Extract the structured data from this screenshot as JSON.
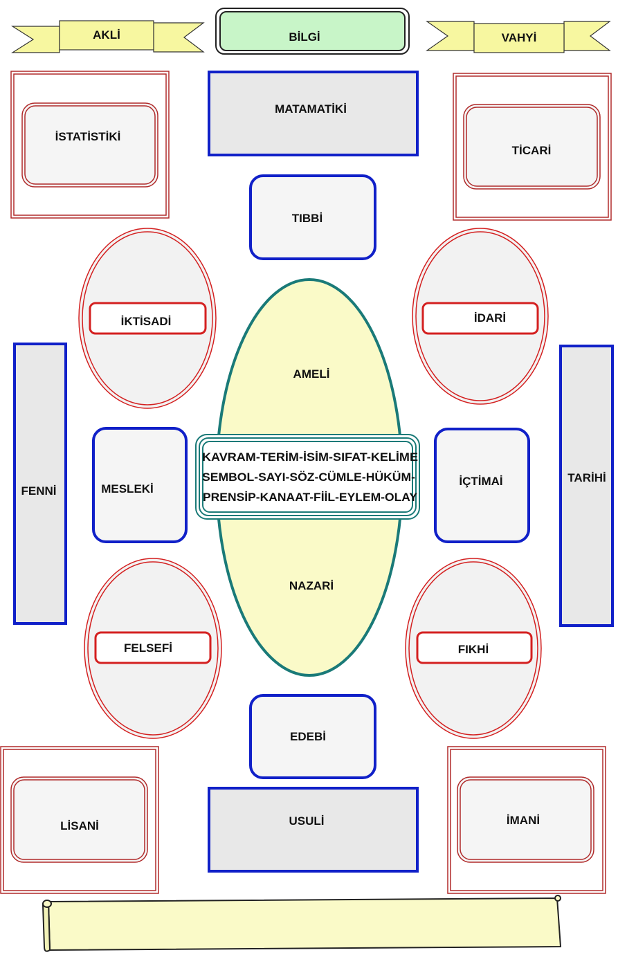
{
  "header": {
    "left_banner": "AKLİ",
    "center_title": "BİLGİ",
    "right_banner": "VAHYİ"
  },
  "nodes": {
    "istatistiki": "İSTATİSTİKİ",
    "matamatiki": "MATAMATİKİ",
    "ticari": "TİCARİ",
    "tibbi": "TIBBİ",
    "iktisadi": "İKTİSADİ",
    "idari": "İDARİ",
    "ameli": "AMELİ",
    "fenni": "FENNİ",
    "mesleki": "MESLEKİ",
    "ictimai": "İÇTİMAİ",
    "tarihi": "TARİHİ",
    "nazari": "NAZARİ",
    "felsefi": "FELSEFİ",
    "fikhi": "FIKHİ",
    "edebi": "EDEBİ",
    "lisani": "LİSANİ",
    "usuli": "USULİ",
    "imani": "İMANİ"
  },
  "center_box": {
    "lines": [
      "KAVRAM-TERİM-İSİM-SIFAT-KELİME",
      "SEMBOL-SAYI-SÖZ-CÜMLE-HÜKÜM-",
      "PRENSİP-KANAAT-FİİL-EYLEM-OLAY"
    ]
  },
  "colors": {
    "blue": "#1020c8",
    "red": "#d42020",
    "dark_red": "#b02a2a",
    "teal": "#1a7a78",
    "banner_yellow": "#f7f7a0",
    "title_green": "#c8f5c8",
    "ellipse_yellow": "#fafac8",
    "scroll_yellow": "#fafac8",
    "panel_gray": "#e8e8e8",
    "panel_light": "#f5f5f5"
  }
}
